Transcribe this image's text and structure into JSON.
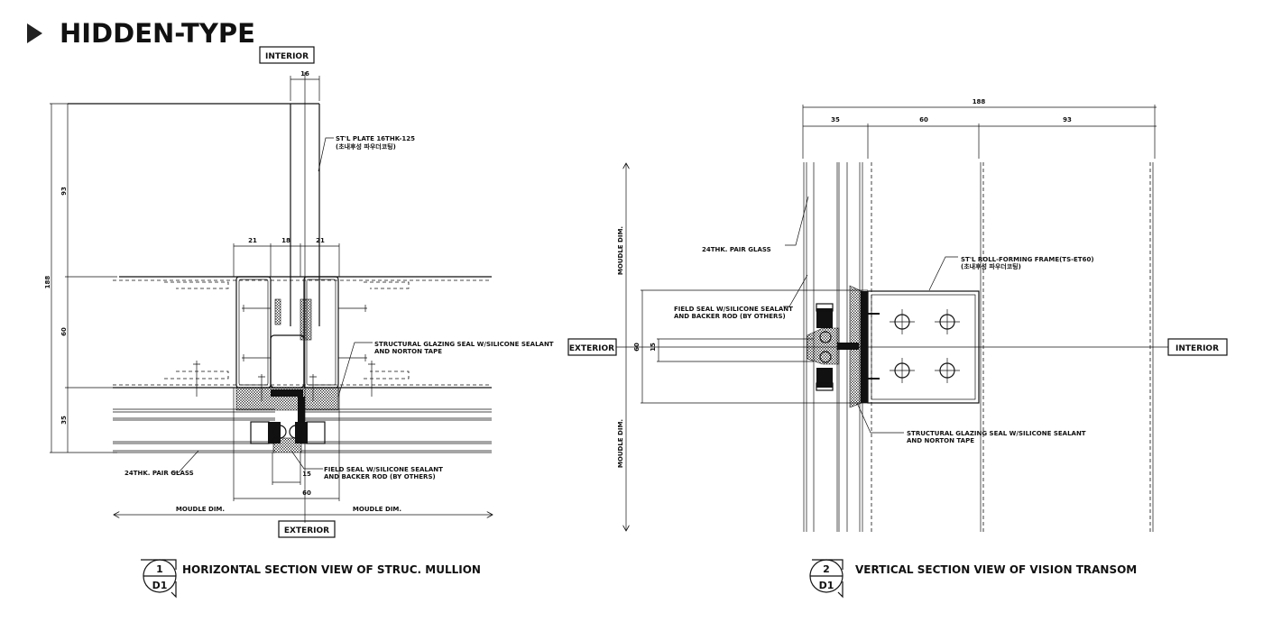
{
  "title": "HIDDEN-TYPE",
  "left_view": {
    "interior_label": "INTERIOR",
    "exterior_label": "EXTERIOR",
    "dims": {
      "plate": "16",
      "total": "188",
      "upper": "93",
      "middle": "60",
      "lower": "35",
      "flange_left": "21",
      "core": "18",
      "flange_right": "21",
      "joint": "15",
      "mullion_width": "60",
      "module_left": "MOUDLE DIM.",
      "module_right": "MOUDLE DIM."
    },
    "notes": {
      "plate_line1": "ST'L PLATE 16THK-125",
      "plate_line2": "(초내후성 파우더코팅)",
      "sg_line1": "STRUCTURAL GLAZING SEAL W/SILICONE SEALANT",
      "sg_line2": "AND NORTON TAPE",
      "glass": "24THK. PAIR GLASS",
      "field_line1": "FIELD SEAL W/SILICONE SEALANT",
      "field_line2": "AND BACKER ROD (BY OTHERS)"
    },
    "callout": {
      "number": "1",
      "sheet": "D1",
      "caption": "HORIZONTAL SECTION VIEW OF STRUC. MULLION"
    }
  },
  "right_view": {
    "interior_label": "INTERIOR",
    "exterior_label": "EXTERIOR",
    "dims": {
      "total": "188",
      "glass": "35",
      "frame": "60",
      "plate": "93",
      "height": "60",
      "joint": "15",
      "module_top": "MOUDLE DIM.",
      "module_bottom": "MOUDLE DIM."
    },
    "notes": {
      "glass": "24THK. PAIR GLASS",
      "frame_line1": "ST'L ROLL-FORMING FRAME(TS-ET60)",
      "frame_line2": "(초내후성 파우더코팅)",
      "field_line1": "FIELD SEAL W/SILICONE SEALANT",
      "field_line2": "AND BACKER ROD (BY OTHERS)",
      "sg_line1": "STRUCTURAL GLAZING SEAL W/SILICONE SEALANT",
      "sg_line2": "AND NORTON TAPE"
    },
    "callout": {
      "number": "2",
      "sheet": "D1",
      "caption": "VERTICAL SECTION VIEW OF VISION TRANSOM"
    }
  }
}
